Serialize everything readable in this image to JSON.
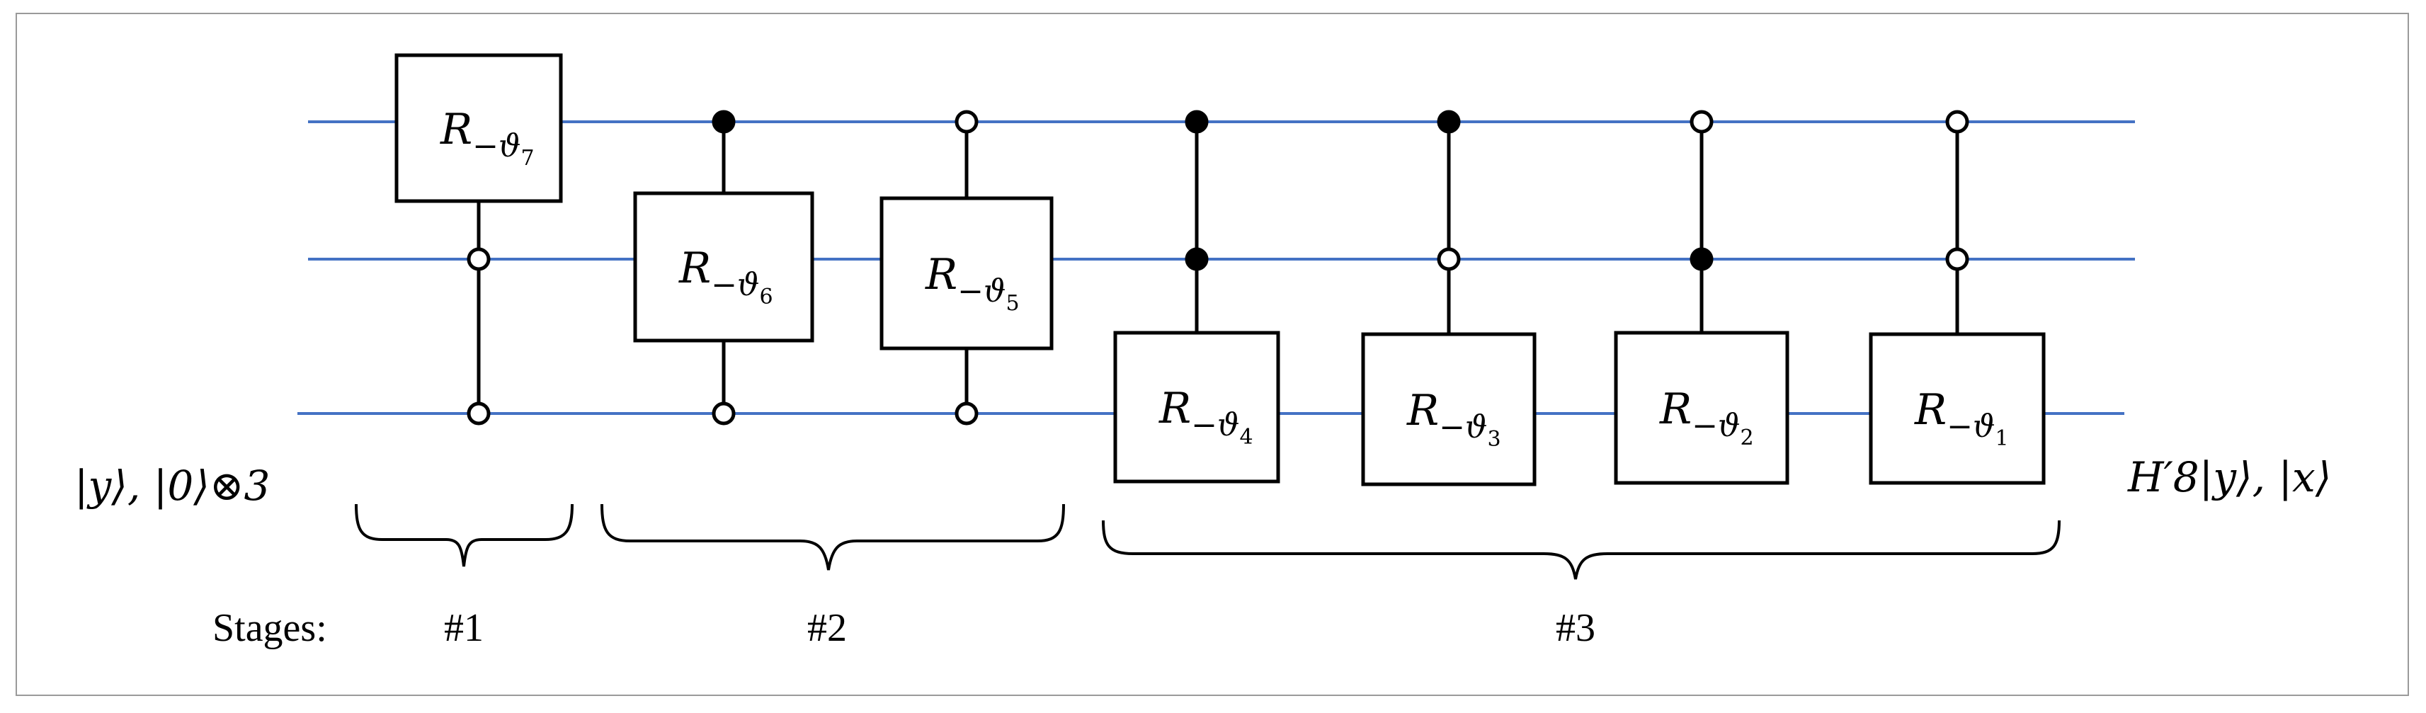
{
  "colors": {
    "wire": "#4472c4",
    "line": "#000000",
    "frame": "#9a9a9a",
    "background": "#ffffff"
  },
  "input_label": "|y⟩, |0⟩⊗3",
  "output_label": "H′8|y⟩, |x⟩",
  "stages_label": "Stages:",
  "stages": [
    {
      "label": "#1"
    },
    {
      "label": "#2"
    },
    {
      "label": "#3"
    }
  ],
  "gates": [
    {
      "base": "R",
      "sub": "−ϑ",
      "index": "7",
      "target_wire": 0,
      "controls": [
        {
          "wire": 1,
          "filled": false
        },
        {
          "wire": 2,
          "filled": false
        }
      ]
    },
    {
      "base": "R",
      "sub": "−ϑ",
      "index": "6",
      "target_wire": 1,
      "controls": [
        {
          "wire": 0,
          "filled": true
        },
        {
          "wire": 2,
          "filled": false
        }
      ]
    },
    {
      "base": "R",
      "sub": "−ϑ",
      "index": "5",
      "target_wire": 1,
      "controls": [
        {
          "wire": 0,
          "filled": false
        },
        {
          "wire": 2,
          "filled": false
        }
      ]
    },
    {
      "base": "R",
      "sub": "−ϑ",
      "index": "4",
      "target_wire": 2,
      "controls": [
        {
          "wire": 0,
          "filled": true
        },
        {
          "wire": 1,
          "filled": true
        }
      ]
    },
    {
      "base": "R",
      "sub": "−ϑ",
      "index": "3",
      "target_wire": 2,
      "controls": [
        {
          "wire": 0,
          "filled": true
        },
        {
          "wire": 1,
          "filled": false
        }
      ]
    },
    {
      "base": "R",
      "sub": "−ϑ",
      "index": "2",
      "target_wire": 2,
      "controls": [
        {
          "wire": 0,
          "filled": false
        },
        {
          "wire": 1,
          "filled": true
        }
      ]
    },
    {
      "base": "R",
      "sub": "−ϑ",
      "index": "1",
      "target_wire": 2,
      "controls": [
        {
          "wire": 0,
          "filled": false
        },
        {
          "wire": 1,
          "filled": false
        }
      ]
    }
  ]
}
